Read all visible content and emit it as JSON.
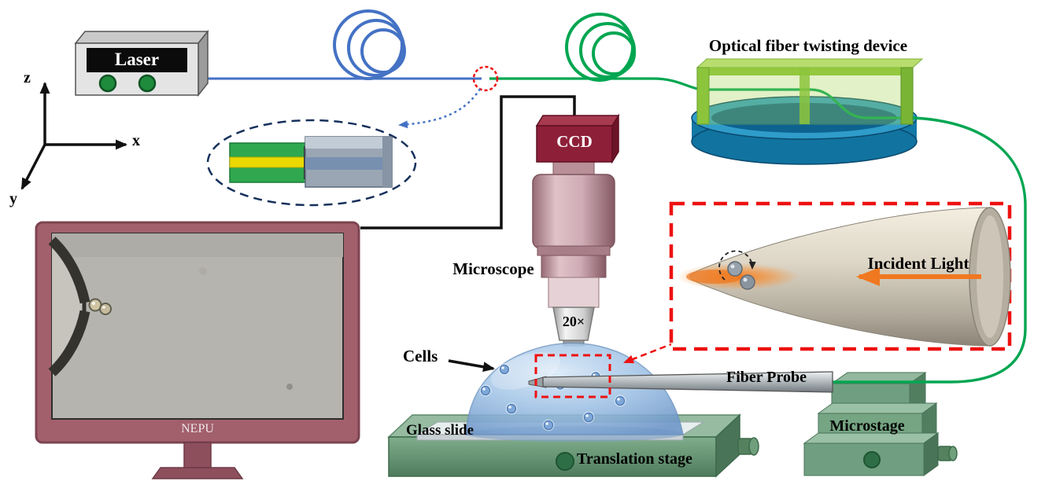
{
  "axes": {
    "z": "z",
    "x": "x",
    "y": "y"
  },
  "labels": {
    "laser": "Laser",
    "twisting_device": "Optical fiber twisting device",
    "ccd": "CCD",
    "microscope": "Microscope",
    "objective_magnification": "20×",
    "incident_light": "Incident Light",
    "cells": "Cells",
    "fiber_probe": "Fiber Probe",
    "glass_slide": "Glass slide",
    "translation_stage": "Translation stage",
    "microstage": "Microstage",
    "monitor_brand": "NEPU"
  },
  "colors": {
    "fiber_blue": "#4472c4",
    "fiber_green": "#00a651",
    "highlight_red": "#ee1111",
    "incident_orange": "#f07820",
    "laser_button_green": "#1e8a3c",
    "ccd_maroon": "#8e1f38",
    "monitor_mauve": "#a2606c",
    "stage_green": "#6f9f80",
    "device_green": "#94c83e",
    "device_base_blue": "#1278a6",
    "splice_core_yellow": "#ead900"
  }
}
